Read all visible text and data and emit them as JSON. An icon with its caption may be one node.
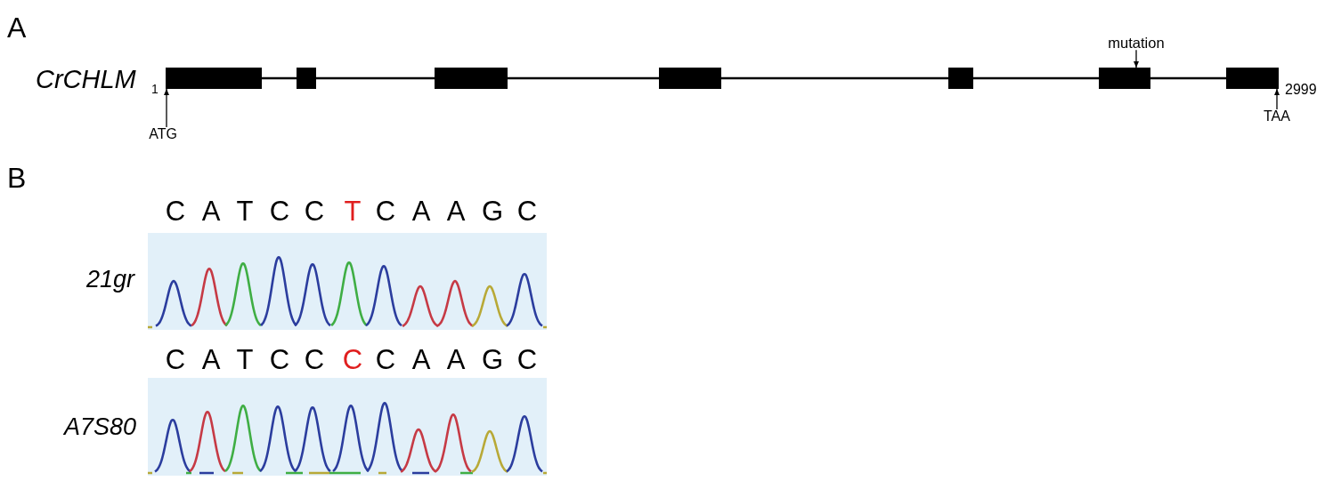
{
  "diagram": {
    "nodes": [
      {
        "text": [],
        "shape": "bar"
      },
      {
        "text": [],
        "shape": "bar"
      },
      {
        "text": [],
        "shape": "bar"
      },
      {
        "text": [],
        "shape": "bar"
      },
      {
        "text": [],
        "shape": "bar"
      },
      {
        "text": [],
        "shape": "bar"
      },
      {
        "text": [],
        "shape": "bar"
      },
      {
        "text": [
          "mutation"
        ]
      },
      {
        "text": [
          "ATG"
        ]
      },
      {
        "text": [
          "TAA"
        ]
      }
    ],
    "edges": [
      {
        "from": 0,
        "to": 1,
        "arrow": "none"
      },
      {
        "from": 1,
        "to": 2,
        "arrow": "none"
      },
      {
        "from": 2,
        "to": 3,
        "arrow": "none"
      },
      {
        "from": 3,
        "to": 4,
        "arrow": "none"
      },
      {
        "from": 4,
        "to": 5,
        "arrow": "none"
      },
      {
        "from": 5,
        "to": 6,
        "arrow": "none"
      },
      {
        "from": 7,
        "to": 5,
        "arrow": "to"
      },
      {
        "from": 8,
        "to": 0,
        "arrow": "to"
      },
      {
        "from": 9,
        "to": 6,
        "arrow": "to"
      }
    ],
    "labels": [
      "A",
      "CrCHLM",
      "1",
      "2999",
      "B",
      "C",
      "A",
      "T",
      "C",
      "C",
      "T",
      "C",
      "A",
      "A",
      "G",
      "C",
      "21gr",
      "C",
      "A",
      "T",
      "C",
      "C",
      "C",
      "C",
      "A",
      "A",
      "G",
      "C",
      "A7S80"
    ]
  }
}
